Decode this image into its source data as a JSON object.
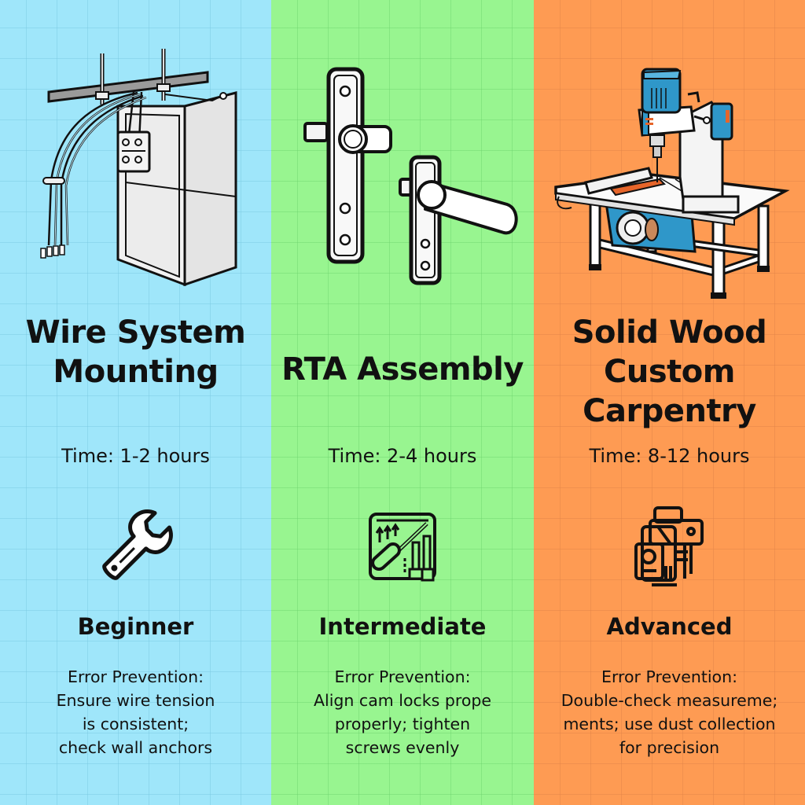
{
  "colors": {
    "beginner_bg": "#9fe6fa",
    "intermediate_bg": "#98f590",
    "advanced_bg": "#fe9b53",
    "machine_blue": "#2f97c9"
  },
  "columns": [
    {
      "illustration": "wire-system-illustration",
      "title_lines": [
        "Wire System",
        "Mounting"
      ],
      "time": "Time: 1-2 hours",
      "icon": "wrench-icon",
      "level": "Beginner",
      "error_lines": [
        "Error Prevention:",
        "Ensure wire tension",
        "is consistent;",
        "check wall anchors"
      ]
    },
    {
      "illustration": "door-handle-illustration",
      "title_lines": [
        "RTA Assembly"
      ],
      "time": "Time: 2-4 hours",
      "icon": "screwdriver-kit-icon",
      "level": "Intermediate",
      "error_lines": [
        "Error Prevention:",
        "Align cam locks prope",
        "properly; tighten",
        "screws evenly"
      ]
    },
    {
      "illustration": "woodworking-machine-illustration",
      "title_lines": [
        "Solid Wood",
        "Custom",
        "Carpentry"
      ],
      "time": "Time: 8-12 hours",
      "icon": "toolbox-icon",
      "level": "Advanced",
      "error_lines": [
        "Error Prevention:",
        "Double-check measureme;",
        "ments; use dust collection",
        "for precision"
      ]
    }
  ]
}
